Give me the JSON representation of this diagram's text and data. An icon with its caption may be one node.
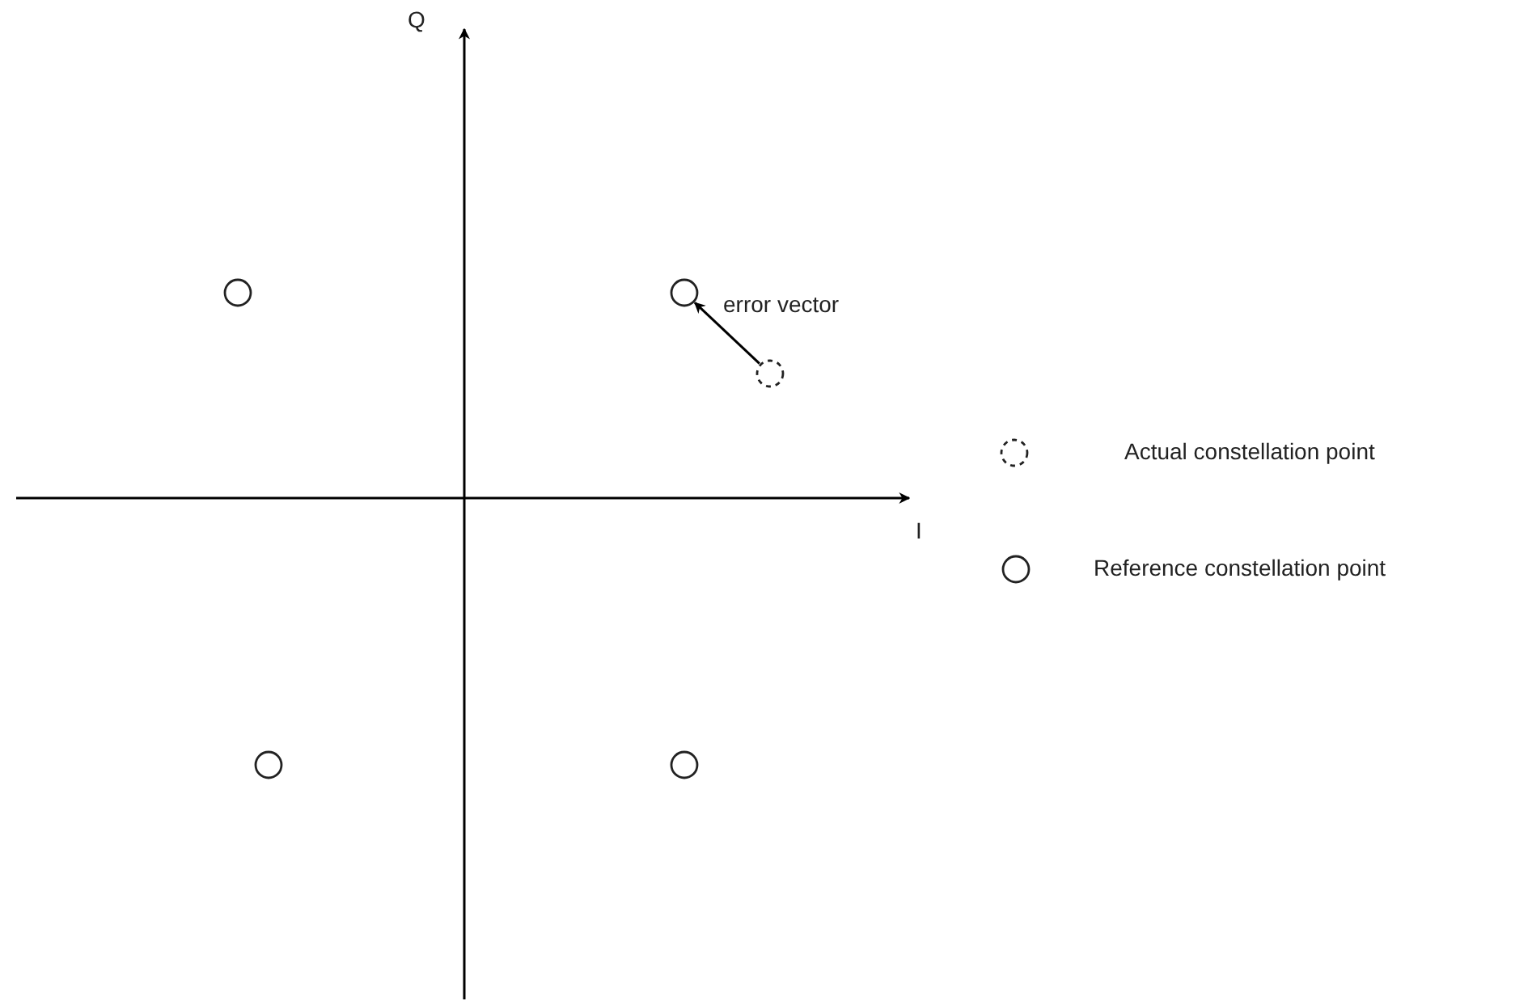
{
  "diagram": {
    "nodes": [
      {
        "text": [],
        "shape": "circle"
      },
      {
        "text": [],
        "shape": "circle"
      },
      {
        "text": [],
        "shape": "circle"
      },
      {
        "text": [],
        "shape": "circle"
      },
      {
        "text": [],
        "shape": "circle"
      }
    ],
    "edges": [
      {
        "from": 2,
        "to": 1,
        "arrow": "to",
        "label": "error vector"
      }
    ],
    "labels": [
      "Q",
      "I"
    ],
    "legend": [
      {
        "text": "Actual constellation point"
      },
      {
        "text": "Reference constellation point"
      }
    ]
  }
}
